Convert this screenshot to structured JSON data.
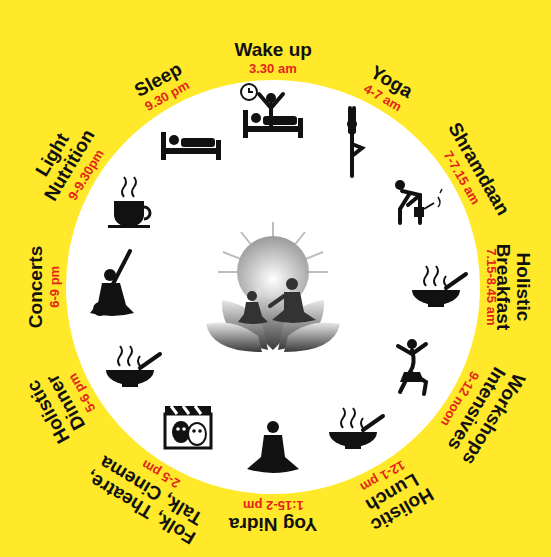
{
  "diagram": {
    "labels": [
      "Wake up",
      "3.30 am",
      "Yoga",
      "4-7 am",
      "Shramdaan",
      "7-7.15 am",
      "Holistic Breakfast",
      "7.15-8.45 am",
      "Workshops Intensives",
      "9-12 noon",
      "Holistic Lunch",
      "12-1 pm",
      "Yog Nidra",
      "1:15-2 pm",
      "Folk, Theatre, Talk, Cinema",
      "2-5 pm",
      "Holistic Dinner",
      "5-6 pm",
      "Concerts",
      "6-9 pm",
      "Light Nutrition",
      "9-9.30pm",
      "Sleep",
      "9.30 pm"
    ]
  }
}
